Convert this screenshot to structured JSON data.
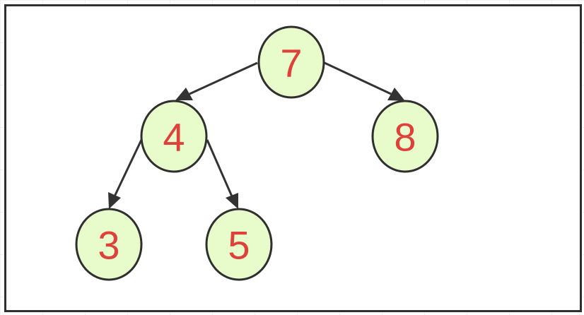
{
  "tree": {
    "nodes": [
      {
        "id": "n7",
        "label": "7"
      },
      {
        "id": "n4",
        "label": "4"
      },
      {
        "id": "n8",
        "label": "8"
      },
      {
        "id": "n3",
        "label": "3"
      },
      {
        "id": "n5",
        "label": "5"
      }
    ],
    "edges": [
      {
        "from": "n7",
        "to": "n4"
      },
      {
        "from": "n7",
        "to": "n8"
      },
      {
        "from": "n4",
        "to": "n3"
      },
      {
        "from": "n4",
        "to": "n5"
      }
    ]
  },
  "colors": {
    "node_fill": "#e8fbcb",
    "node_stroke": "#2f2f2f",
    "label_color": "#e0403a",
    "edge_color": "#333333"
  }
}
